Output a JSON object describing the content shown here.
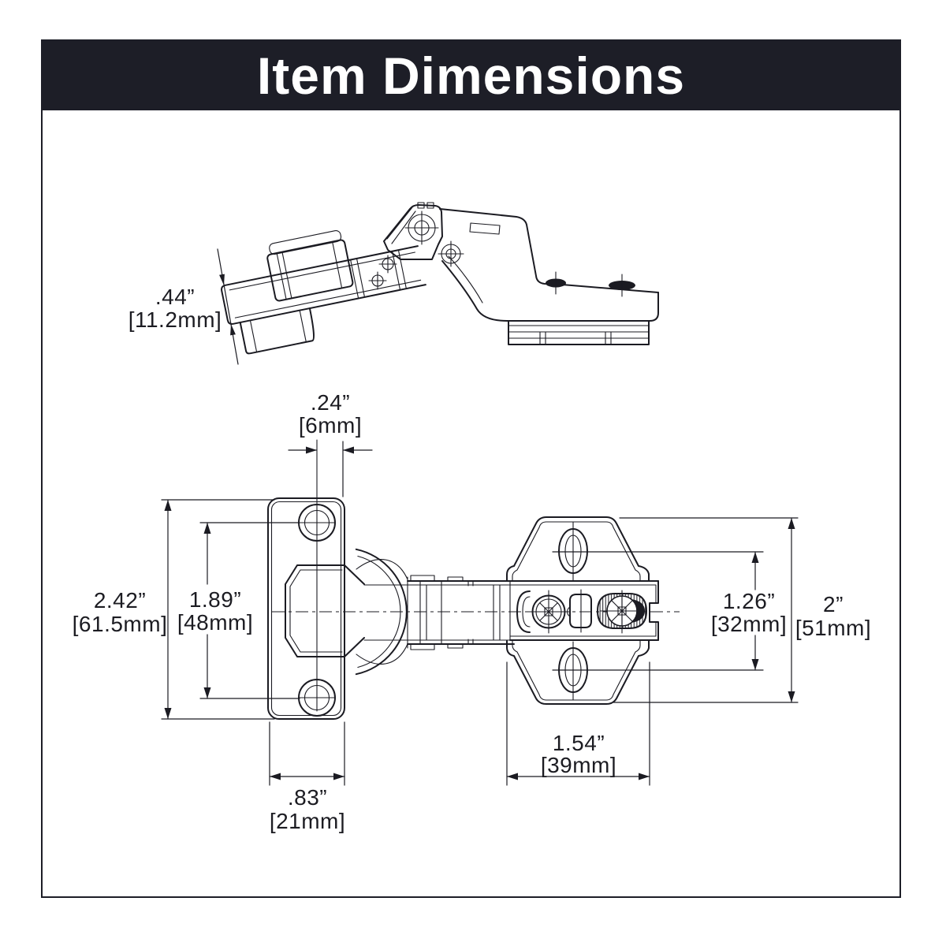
{
  "header": {
    "title": "Item Dimensions"
  },
  "colors": {
    "header_bg": "#1d1e27",
    "line": "#1b1b22",
    "text": "#1c1c22",
    "background": "#ffffff"
  },
  "views": {
    "side_view_name": "hinge-side-view",
    "front_view_name": "hinge-front-view"
  },
  "dims": {
    "side_thickness": {
      "in": ".44”",
      "mm": "[11.2mm]"
    },
    "cup_offset": {
      "in": ".24”",
      "mm": "[6mm]"
    },
    "flange_height": {
      "in": "2.42”",
      "mm": "[61.5mm]"
    },
    "hole_spacing": {
      "in": "1.89”",
      "mm": "[48mm]"
    },
    "slot_spacing": {
      "in": "1.26”",
      "mm": "[32mm]"
    },
    "plate_height": {
      "in": "2”",
      "mm": "[51mm]"
    },
    "plate_width": {
      "in": "1.54”",
      "mm": "[39mm]"
    },
    "flange_width": {
      "in": ".83”",
      "mm": "[21mm]"
    }
  }
}
